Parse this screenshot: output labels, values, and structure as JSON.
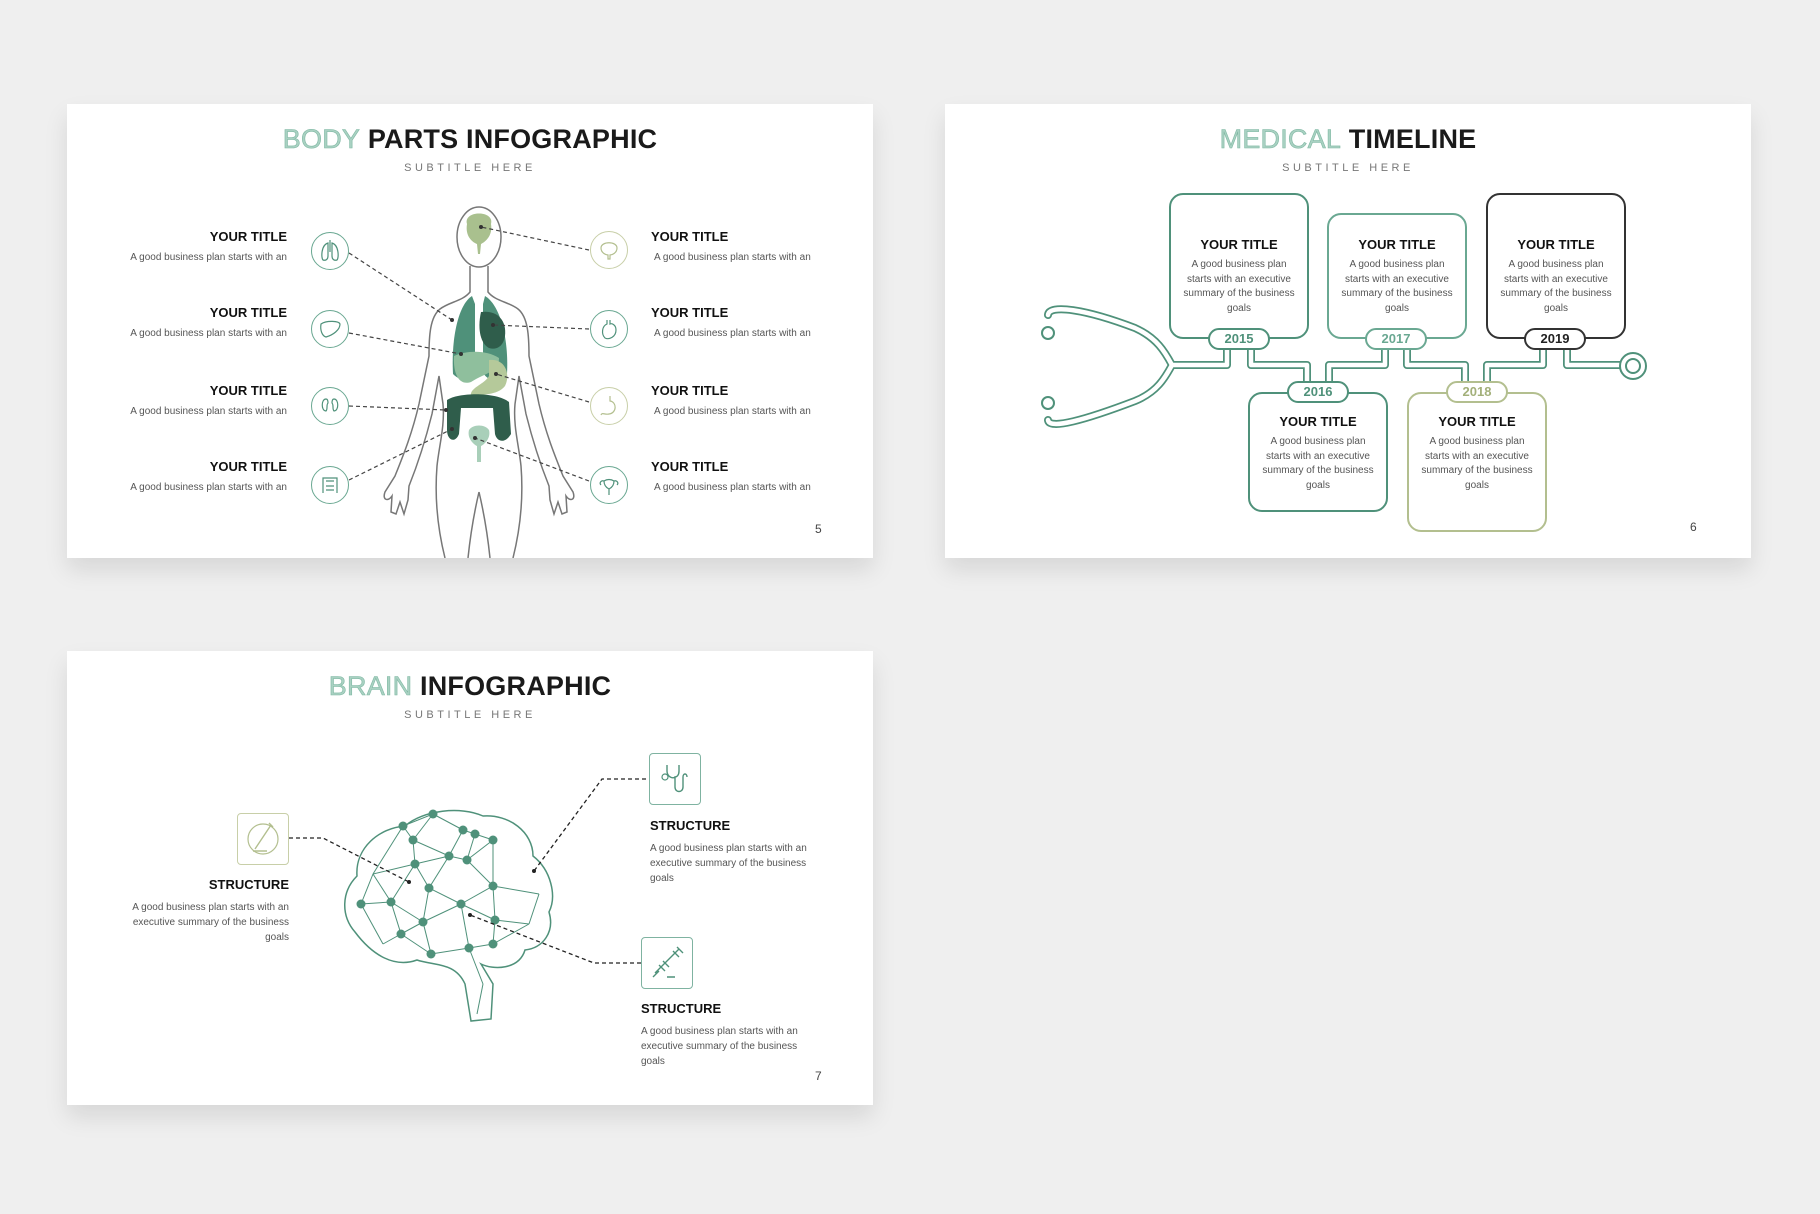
{
  "colors": {
    "green": "#4f917a",
    "dark_green": "#2f5d4b",
    "olive": "#b3bf8f",
    "outline": "#8fc4b0",
    "dark": "#333333",
    "background": "#efefef"
  },
  "slide1": {
    "title_outline": "BODY",
    "title_solid": "PARTS INFOGRAPHIC",
    "subtitle": "SUBTITLE HERE",
    "page": "5",
    "left_items": [
      {
        "title": "YOUR TITLE",
        "desc": "A good business plan starts with an",
        "icon": "lungs-icon"
      },
      {
        "title": "YOUR TITLE",
        "desc": "A good business plan starts with an",
        "icon": "liver-icon"
      },
      {
        "title": "YOUR TITLE",
        "desc": "A good business plan starts with an",
        "icon": "kidneys-icon"
      },
      {
        "title": "YOUR TITLE",
        "desc": "A good business plan starts with an",
        "icon": "intestine-icon"
      }
    ],
    "right_items": [
      {
        "title": "YOUR TITLE",
        "desc": "A good business plan starts with an",
        "icon": "brain-icon"
      },
      {
        "title": "YOUR TITLE",
        "desc": "A good business plan starts with an",
        "icon": "heart-icon"
      },
      {
        "title": "YOUR TITLE",
        "desc": "A good business plan starts with an",
        "icon": "stomach-icon"
      },
      {
        "title": "YOUR TITLE",
        "desc": "A good business plan starts with an",
        "icon": "uterus-icon"
      }
    ]
  },
  "slide2": {
    "title_outline": "MEDICAL",
    "title_solid": "TIMELINE",
    "subtitle": "SUBTITLE HERE",
    "page": "6",
    "entries": [
      {
        "year": "2015",
        "title": "YOUR TITLE",
        "desc": "A good business plan starts with an executive summary of the business goals",
        "color": "#4f917a"
      },
      {
        "year": "2016",
        "title": "YOUR TITLE",
        "desc": "A good business plan starts with an executive summary of the business goals",
        "color": "#4f917a"
      },
      {
        "year": "2017",
        "title": "YOUR TITLE",
        "desc": "A good business plan starts with an executive summary of the business goals",
        "color": "#6aa892"
      },
      {
        "year": "2018",
        "title": "YOUR TITLE",
        "desc": "A good business plan starts with an executive summary of the business goals",
        "color": "#b3bf8f"
      },
      {
        "year": "2019",
        "title": "YOUR TITLE",
        "desc": "A good business plan starts with an executive summary of the business goals",
        "color": "#333333"
      }
    ]
  },
  "slide3": {
    "title_outline": "BRAIN",
    "title_solid": "INFOGRAPHIC",
    "subtitle": "SUBTITLE HERE",
    "page": "7",
    "items": [
      {
        "title": "STRUCTURE",
        "desc": "A good business plan starts with an executive summary of the business goals",
        "icon": "scalpel-icon"
      },
      {
        "title": "STRUCTURE",
        "desc": "A good business plan starts with an executive summary of the business goals",
        "icon": "stethoscope-icon"
      },
      {
        "title": "STRUCTURE",
        "desc": "A good business plan starts with an executive summary of the business goals",
        "icon": "syringe-icon"
      }
    ]
  }
}
